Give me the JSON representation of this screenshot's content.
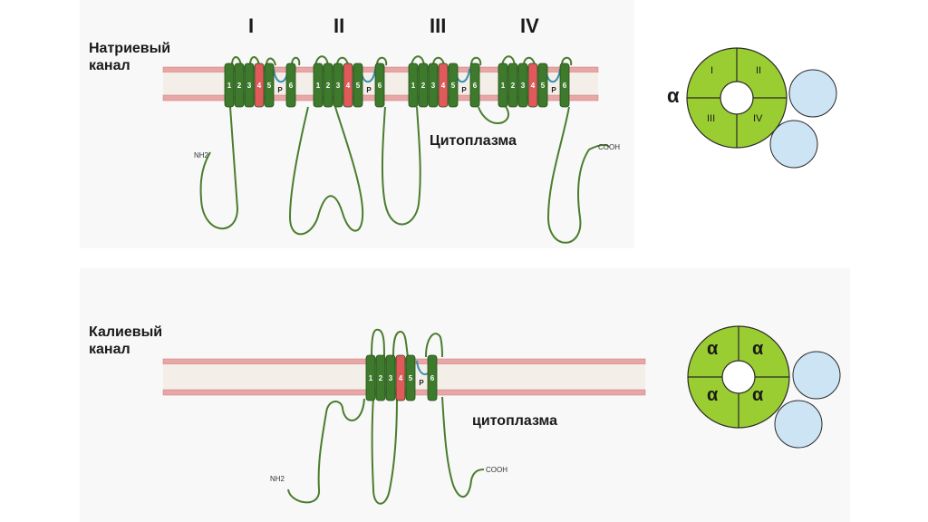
{
  "sodium": {
    "title_line1": "Натриевый",
    "title_line2": "канал",
    "domains": [
      "I",
      "II",
      "III",
      "IV"
    ],
    "cytoplasm": "Цитоплазма",
    "n_term": "NH2",
    "c_term": "COOH",
    "segments": [
      "1",
      "2",
      "3",
      "4",
      "5",
      "P",
      "6"
    ],
    "diagram_side_label": "α",
    "diagram_quadrants": [
      "I",
      "II",
      "III",
      "IV"
    ]
  },
  "potassium": {
    "title_line1": "Калиевый",
    "title_line2": "канал",
    "cytoplasm": "цитоплазма",
    "n_term": "NH2",
    "c_term": "COOH",
    "segments": [
      "1",
      "2",
      "3",
      "4",
      "5",
      "P",
      "6"
    ],
    "diagram_quadrants": [
      "α",
      "α",
      "α",
      "α"
    ]
  },
  "colors": {
    "segment_dark": "#3d7a2c",
    "segment_voltage_sensor": "#e05a5a",
    "membrane_edge": "#d98a8a",
    "membrane_fill": "#f2ece4",
    "loop": "#4a7d2e",
    "pore_loop": "#3a8fb0",
    "alpha_fill": "#9acd32",
    "beta_fill": "#cce4f4"
  }
}
